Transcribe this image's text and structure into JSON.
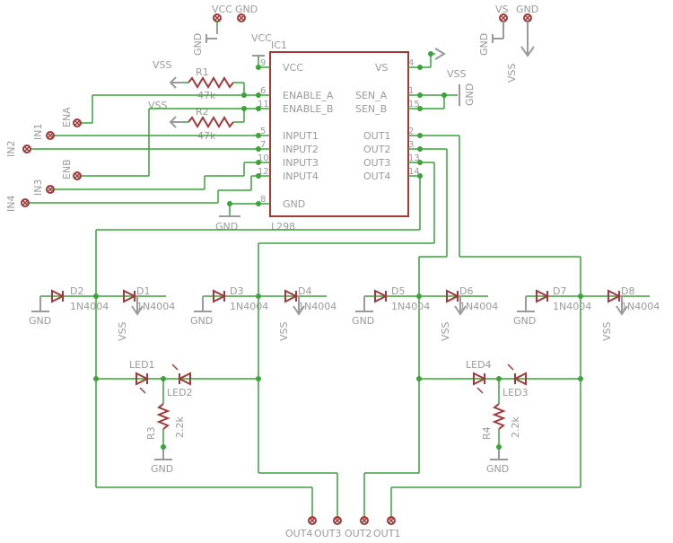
{
  "ic": {
    "name": "IC1",
    "part": "L298",
    "left_pins": [
      {
        "num": "9",
        "label": "VCC"
      },
      {
        "num": "6",
        "label": "ENABLE_A"
      },
      {
        "num": "11",
        "label": "ENABLE_B"
      },
      {
        "num": "5",
        "label": "INPUT1"
      },
      {
        "num": "7",
        "label": "INPUT2"
      },
      {
        "num": "10",
        "label": "INPUT3"
      },
      {
        "num": "12",
        "label": "INPUT4"
      },
      {
        "num": "8",
        "label": "GND"
      }
    ],
    "right_pins": [
      {
        "num": "4",
        "label": "VS"
      },
      {
        "num": "1",
        "label": "SEN_A"
      },
      {
        "num": "15",
        "label": "SEN_B"
      },
      {
        "num": "2",
        "label": "OUT1"
      },
      {
        "num": "3",
        "label": "OUT2"
      },
      {
        "num": "13",
        "label": "OUT3"
      },
      {
        "num": "14",
        "label": "OUT4"
      }
    ]
  },
  "power_labels": {
    "vcc": "VCC",
    "vss": "VSS",
    "gnd": "GND"
  },
  "top_connectors": [
    "VCC",
    "GND",
    "VS",
    "GND"
  ],
  "resistors": [
    {
      "name": "R1",
      "value": "47k"
    },
    {
      "name": "R2",
      "value": "47k"
    },
    {
      "name": "R3",
      "value": "2.2k"
    },
    {
      "name": "R4",
      "value": "2.2k"
    }
  ],
  "input_connectors": [
    "ENA",
    "IN1",
    "IN2",
    "ENB",
    "IN3",
    "IN4"
  ],
  "diodes": [
    {
      "name": "D2",
      "part": "1N4004"
    },
    {
      "name": "D1",
      "part": "1N4004"
    },
    {
      "name": "D3",
      "part": "1N4004"
    },
    {
      "name": "D4",
      "part": "1N4004"
    },
    {
      "name": "D5",
      "part": "1N4004"
    },
    {
      "name": "D6",
      "part": "1N4004"
    },
    {
      "name": "D7",
      "part": "1N4004"
    },
    {
      "name": "D8",
      "part": "1N4004"
    }
  ],
  "leds": [
    "LED1",
    "LED2",
    "LED4",
    "LED3"
  ],
  "output_connectors": [
    "OUT4",
    "OUT3",
    "OUT2",
    "OUT1"
  ]
}
